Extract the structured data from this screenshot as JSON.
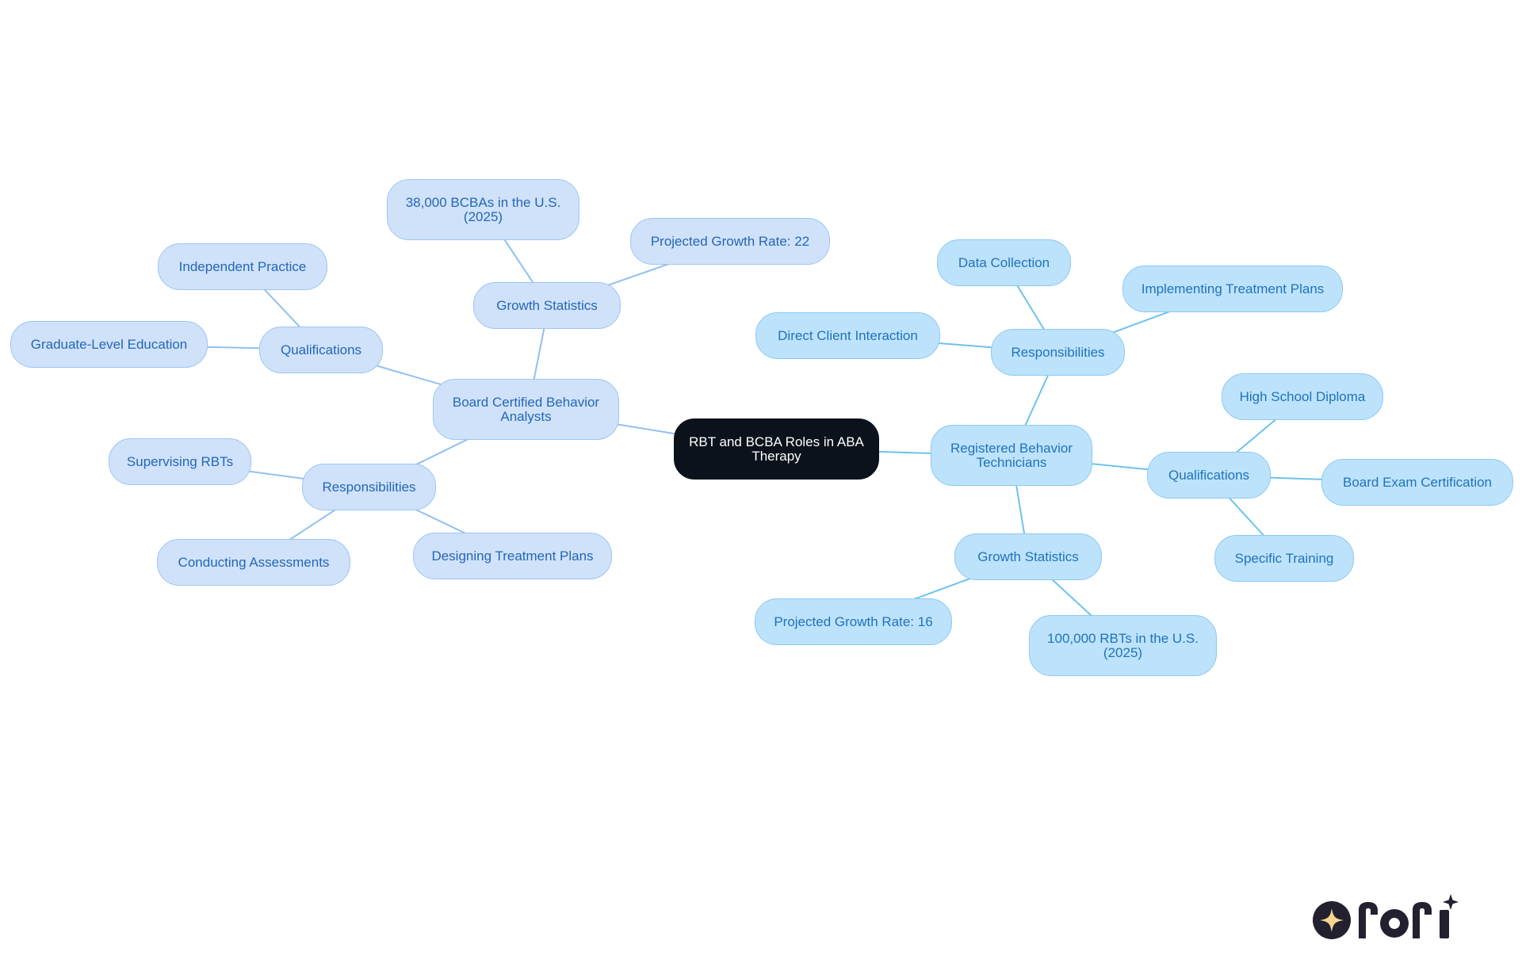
{
  "diagram": {
    "type": "mind-map",
    "colors": {
      "root_fill": "#0b121b",
      "root_text": "#ffffff",
      "bcba_fill": "#cfe2fa",
      "bcba_border": "#9ec5f2",
      "bcba_text": "#2567b3",
      "bcba_edge": "#91c0ef",
      "rbt_fill": "#bde2fb",
      "rbt_border": "#8ccaf2",
      "rbt_text": "#1f74b8",
      "rbt_edge": "#6ec2ec"
    },
    "root": {
      "id": "root",
      "label": "RBT and BCBA Roles in ABA\nTherapy"
    },
    "nodes": [
      {
        "id": "bcba",
        "label": "Board Certified Behavior\nAnalysts",
        "branch": "bcba",
        "parent": "root"
      },
      {
        "id": "bcba-growth",
        "label": "Growth Statistics",
        "branch": "bcba",
        "parent": "bcba"
      },
      {
        "id": "bcba-count",
        "label": "38,000 BCBAs in the U.S.\n(2025)",
        "branch": "bcba",
        "parent": "bcba-growth"
      },
      {
        "id": "bcba-rate",
        "label": "Projected Growth Rate: 22",
        "branch": "bcba",
        "parent": "bcba-growth"
      },
      {
        "id": "bcba-qual",
        "label": "Qualifications",
        "branch": "bcba",
        "parent": "bcba"
      },
      {
        "id": "bcba-indep",
        "label": "Independent Practice",
        "branch": "bcba",
        "parent": "bcba-qual"
      },
      {
        "id": "bcba-grad",
        "label": "Graduate-Level Education",
        "branch": "bcba",
        "parent": "bcba-qual"
      },
      {
        "id": "bcba-resp",
        "label": "Responsibilities",
        "branch": "bcba",
        "parent": "bcba"
      },
      {
        "id": "bcba-sup",
        "label": "Supervising RBTs",
        "branch": "bcba",
        "parent": "bcba-resp"
      },
      {
        "id": "bcba-assess",
        "label": "Conducting Assessments",
        "branch": "bcba",
        "parent": "bcba-resp"
      },
      {
        "id": "bcba-design",
        "label": "Designing Treatment Plans",
        "branch": "bcba",
        "parent": "bcba-resp"
      },
      {
        "id": "rbt",
        "label": "Registered Behavior\nTechnicians",
        "branch": "rbt",
        "parent": "root"
      },
      {
        "id": "rbt-resp",
        "label": "Responsibilities",
        "branch": "rbt",
        "parent": "rbt"
      },
      {
        "id": "rbt-data",
        "label": "Data Collection",
        "branch": "rbt",
        "parent": "rbt-resp"
      },
      {
        "id": "rbt-impl",
        "label": "Implementing Treatment Plans",
        "branch": "rbt",
        "parent": "rbt-resp"
      },
      {
        "id": "rbt-direct",
        "label": "Direct Client Interaction",
        "branch": "rbt",
        "parent": "rbt-resp"
      },
      {
        "id": "rbt-qual",
        "label": "Qualifications",
        "branch": "rbt",
        "parent": "rbt"
      },
      {
        "id": "rbt-hs",
        "label": "High School Diploma",
        "branch": "rbt",
        "parent": "rbt-qual"
      },
      {
        "id": "rbt-exam",
        "label": "Board Exam Certification",
        "branch": "rbt",
        "parent": "rbt-qual"
      },
      {
        "id": "rbt-train",
        "label": "Specific Training",
        "branch": "rbt",
        "parent": "rbt-qual"
      },
      {
        "id": "rbt-growth",
        "label": "Growth Statistics",
        "branch": "rbt",
        "parent": "rbt"
      },
      {
        "id": "rbt-rate",
        "label": "Projected Growth Rate: 16",
        "branch": "rbt",
        "parent": "rbt-growth"
      },
      {
        "id": "rbt-count",
        "label": "100,000 RBTs in the U.S.\n(2025)",
        "branch": "rbt",
        "parent": "rbt-growth"
      }
    ]
  },
  "logo": {
    "alt": "rori",
    "icon": "sparkle-icon"
  }
}
